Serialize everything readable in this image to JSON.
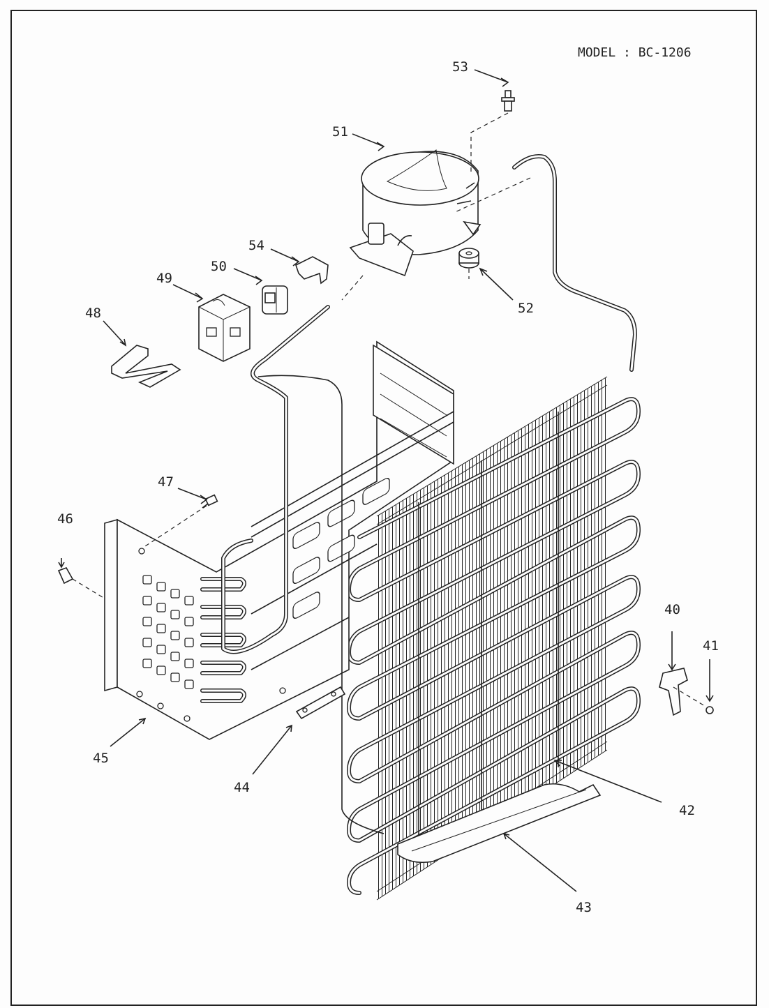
{
  "model_label": "MODEL : BC-1206",
  "callouts": [
    {
      "id": "c40",
      "text": "40"
    },
    {
      "id": "c41",
      "text": "41"
    },
    {
      "id": "c42",
      "text": "42"
    },
    {
      "id": "c43",
      "text": "43"
    },
    {
      "id": "c44",
      "text": "44"
    },
    {
      "id": "c45",
      "text": "45"
    },
    {
      "id": "c46",
      "text": "46"
    },
    {
      "id": "c47",
      "text": "47"
    },
    {
      "id": "c48",
      "text": "48"
    },
    {
      "id": "c49",
      "text": "49"
    },
    {
      "id": "c50",
      "text": "50"
    },
    {
      "id": "c51",
      "text": "51"
    },
    {
      "id": "c52",
      "text": "52"
    },
    {
      "id": "c53",
      "text": "53"
    },
    {
      "id": "c54",
      "text": "54"
    }
  ]
}
